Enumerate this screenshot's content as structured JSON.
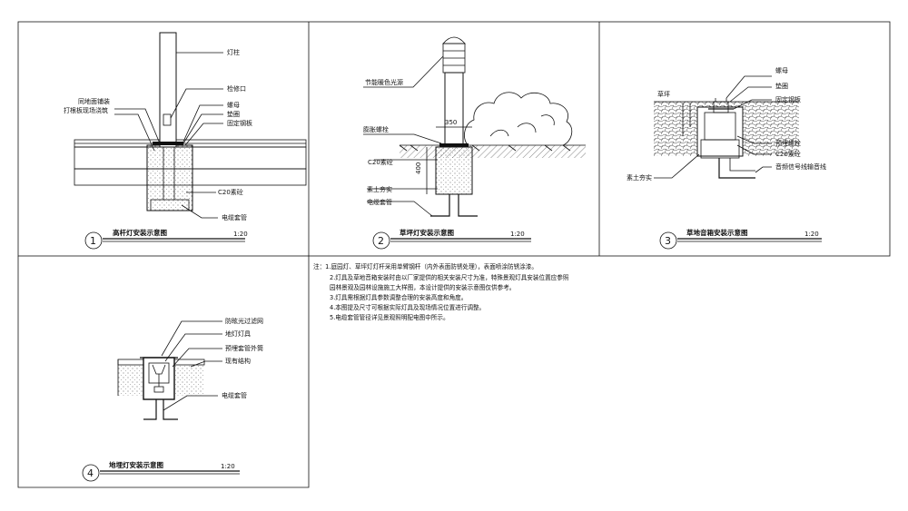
{
  "panels": [
    {
      "number": "1",
      "title": "高杆灯安装示意图",
      "scale": "1:20",
      "labels": [
        "灯柱",
        "检修口",
        "同地面铺装",
        "打根板现场浇筑",
        "螺母",
        "垫圈",
        "固定钢板",
        "C20素砼",
        "电缆套管"
      ]
    },
    {
      "number": "2",
      "title": "草坪灯安装示意图",
      "scale": "1:20",
      "labels": [
        "节能暖色光源",
        "膨胀螺栓",
        "C20素砼",
        "素土夯实",
        "电缆套管"
      ],
      "dims": [
        "350",
        "400"
      ]
    },
    {
      "number": "3",
      "title": "草地音箱安装示意图",
      "scale": "1:20",
      "labels": [
        "螺母",
        "垫圈",
        "固定钢板",
        "草坪",
        "预埋螺栓",
        "C20素砼",
        "音频信号线输音线",
        "素土夯实"
      ]
    },
    {
      "number": "4",
      "title": "地埋灯安装示意图",
      "scale": "1:20",
      "labels": [
        "防眩光过滤网",
        "地灯灯具",
        "预埋套管外筒",
        "现有结构",
        "电缆套管"
      ]
    }
  ],
  "notes": [
    "注：1.庭园灯、草坪灯灯杆采用单臂钢杆（内外表面防锈处理），表面喷涂防锈涂漆。",
    "2.灯具及草地音箱安装时由以厂家提供的相关安装尺寸为准，特殊景观灯具安装位置应参照",
    "园林景观及园林设施施工大样图，本设计提供的安装示意图仅供参考。",
    "3.灯具需根据灯具参数调整合理的安装高度和角度。",
    "4.本图提及尺寸可根据实际灯具及现场情况位置进行调整。",
    "5.电缆套管管径详见景观照明配电图中所示。"
  ],
  "colors": {
    "line": "#111111",
    "background": "#ffffff"
  }
}
